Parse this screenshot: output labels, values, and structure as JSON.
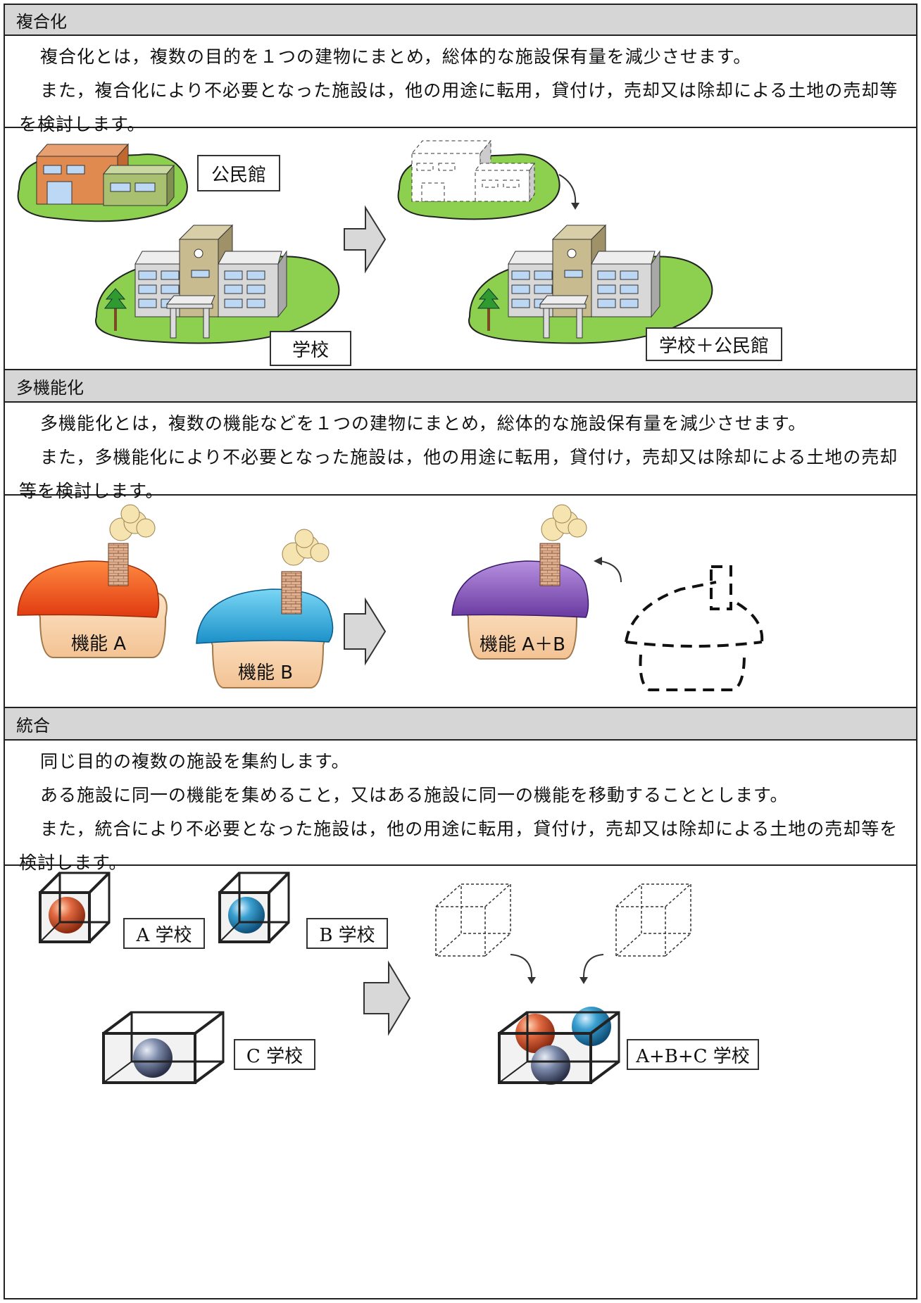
{
  "sections": [
    {
      "title": "複合化",
      "lines": [
        "複合化とは，複数の目的を１つの建物にまとめ，総体的な施設保有量を減少させます。",
        "また，複合化により不必要となった施設は，他の用途に転用，貸付け，売却又は除却による土地の売却等を検討します。"
      ],
      "labels": {
        "community_hall": "公民館",
        "school": "学校",
        "combined": "学校＋公民館"
      }
    },
    {
      "title": "多機能化",
      "lines": [
        "多機能化とは，複数の機能などを１つの建物にまとめ，総体的な施設保有量を減少させます。",
        "また，多機能化により不必要となった施設は，他の用途に転用，貸付け，売却又は除却による土地の売却等を検討します。"
      ],
      "labels": {
        "func_a": "機能 A",
        "func_b": "機能 B",
        "func_ab": "機能 A＋B"
      },
      "colors": {
        "roof_a": "#f0521e",
        "roof_b": "#26aee0",
        "roof_ab": "#8a4fb8",
        "body": "#f9d2a8"
      }
    },
    {
      "title": "統合",
      "lines": [
        "同じ目的の複数の施設を集約します。",
        "ある施設に同一の機能を集めること，又はある施設に同一の機能を移動することとします。",
        "また，統合により不必要となった施設は，他の用途に転用，貸付け，売却又は除却による土地の売却等を検討します。"
      ],
      "labels": {
        "school_a": "A 学校",
        "school_b": "B 学校",
        "school_c": "C 学校",
        "school_abc": "A+B+C 学校"
      }
    }
  ]
}
